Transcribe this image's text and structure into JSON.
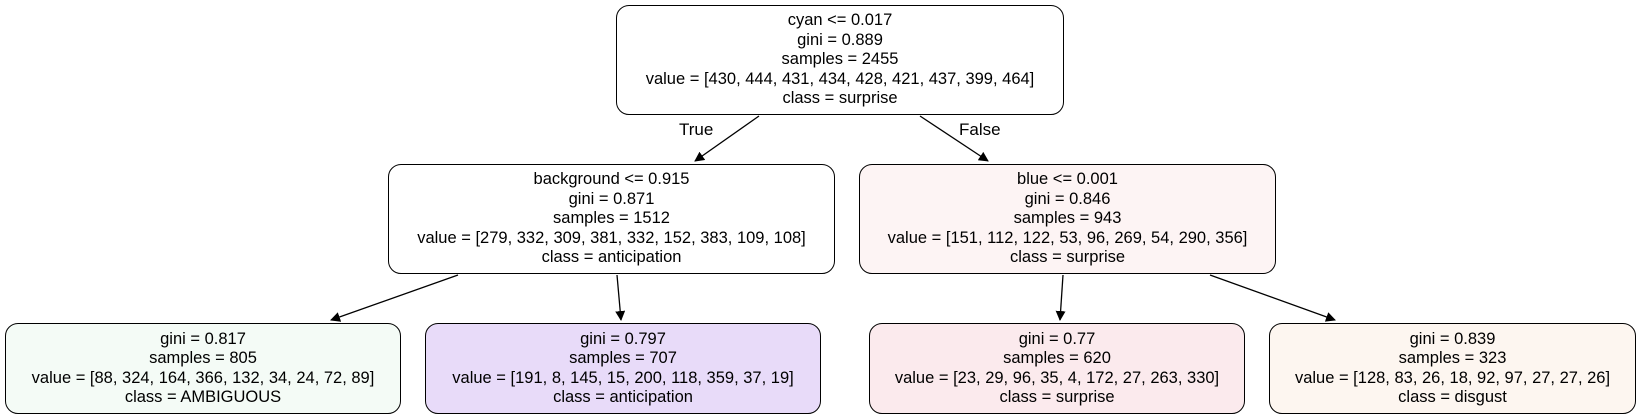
{
  "colors": {
    "node_0": "#ffffff",
    "node_1": "#ffffff",
    "node_2": "#fdf4f4",
    "node_3": "#f4fbf6",
    "node_4": "#e8dbf9",
    "node_5": "#fbeaed",
    "node_6": "#fdf6f0",
    "stroke": "#000000"
  },
  "edges": {
    "true_label": "True",
    "false_label": "False"
  },
  "nodes": [
    {
      "split": "cyan <= 0.017",
      "gini": "gini = 0.889",
      "samples": "samples = 2455",
      "value": "value = [430, 444, 431, 434, 428, 421, 437, 399, 464]",
      "class": "class = surprise"
    },
    {
      "split": "background <= 0.915",
      "gini": "gini = 0.871",
      "samples": "samples = 1512",
      "value": "value = [279, 332, 309, 381, 332, 152, 383, 109, 108]",
      "class": "class = anticipation"
    },
    {
      "split": "blue <= 0.001",
      "gini": "gini = 0.846",
      "samples": "samples = 943",
      "value": "value = [151, 112, 122, 53, 96, 269, 54, 290, 356]",
      "class": "class = surprise"
    },
    {
      "gini": "gini = 0.817",
      "samples": "samples = 805",
      "value": "value = [88, 324, 164, 366, 132, 34, 24, 72, 89]",
      "class": "class = AMBIGUOUS"
    },
    {
      "gini": "gini = 0.797",
      "samples": "samples = 707",
      "value": "value = [191, 8, 145, 15, 200, 118, 359, 37, 19]",
      "class": "class = anticipation"
    },
    {
      "gini": "gini = 0.77",
      "samples": "samples = 620",
      "value": "value = [23, 29, 96, 35, 4, 172, 27, 263, 330]",
      "class": "class = surprise"
    },
    {
      "gini": "gini = 0.839",
      "samples": "samples = 323",
      "value": "value = [128, 83, 26, 18, 92, 97, 27, 27, 26]",
      "class": "class = disgust"
    }
  ]
}
